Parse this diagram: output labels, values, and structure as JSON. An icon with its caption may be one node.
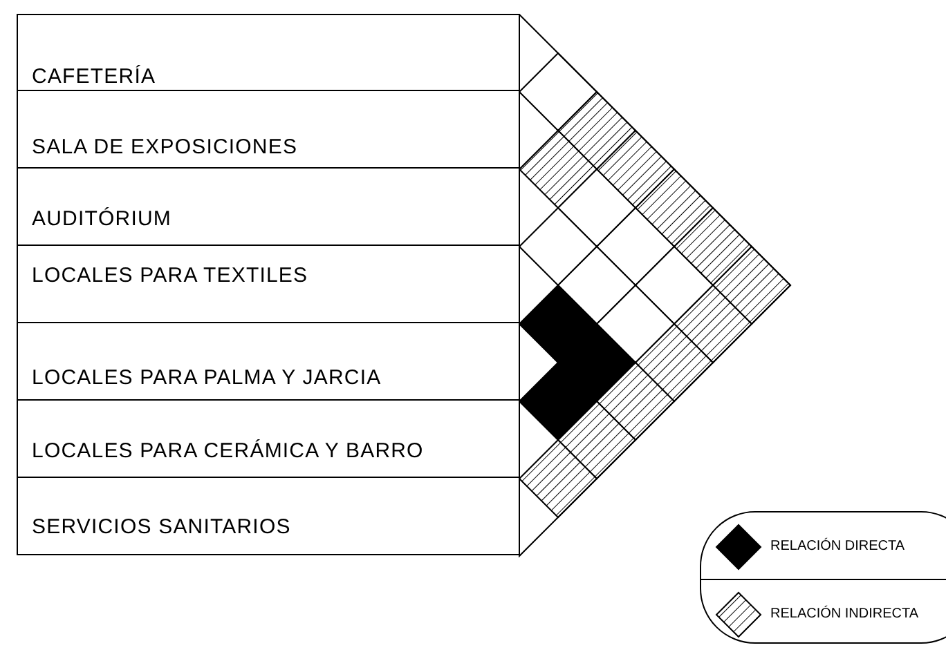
{
  "diagram": {
    "nodes": [
      {
        "text": [
          "CAFETERÍA"
        ]
      },
      {
        "text": [
          "SALA DE EXPOSICIONES"
        ]
      },
      {
        "text": [
          "AUDITÓRIUM"
        ]
      },
      {
        "text": [
          "LOCALES PARA TEXTILES"
        ]
      },
      {
        "text": [
          "LOCALES PARA PALMA Y JARCIA"
        ]
      },
      {
        "text": [
          "LOCALES PARA CERÁMICA Y BARRO"
        ]
      },
      {
        "text": [
          "SERVICIOS SANITARIOS"
        ]
      }
    ],
    "legend": [
      {
        "text": "RELACIÓN DIRECTA"
      },
      {
        "text": "RELACIÓN INDIRECTA"
      }
    ]
  }
}
